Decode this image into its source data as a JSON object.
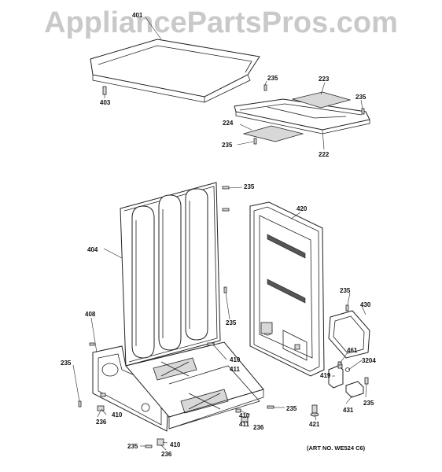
{
  "watermark": "AppliancePartsPros.com",
  "art_number": "(ART NO. WE524 C6)",
  "callouts": [
    {
      "id": "401",
      "text": "401"
    },
    {
      "id": "403",
      "text": "403"
    },
    {
      "id": "235a",
      "text": "235"
    },
    {
      "id": "223",
      "text": "223"
    },
    {
      "id": "235b",
      "text": "235"
    },
    {
      "id": "224",
      "text": "224"
    },
    {
      "id": "235c",
      "text": "235"
    },
    {
      "id": "222",
      "text": "222"
    },
    {
      "id": "235d",
      "text": "235"
    },
    {
      "id": "420",
      "text": "420"
    },
    {
      "id": "404",
      "text": "404"
    },
    {
      "id": "235e",
      "text": "235"
    },
    {
      "id": "430",
      "text": "430"
    },
    {
      "id": "408",
      "text": "408"
    },
    {
      "id": "235f",
      "text": "235"
    },
    {
      "id": "410a",
      "text": "410"
    },
    {
      "id": "411a",
      "text": "411"
    },
    {
      "id": "461",
      "text": "461"
    },
    {
      "id": "3204",
      "text": "3204"
    },
    {
      "id": "235g",
      "text": "235"
    },
    {
      "id": "419",
      "text": "419"
    },
    {
      "id": "235h",
      "text": "235"
    },
    {
      "id": "431",
      "text": "431"
    },
    {
      "id": "410b",
      "text": "410"
    },
    {
      "id": "236a",
      "text": "236"
    },
    {
      "id": "235i",
      "text": "235"
    },
    {
      "id": "410c",
      "text": "410"
    },
    {
      "id": "411b",
      "text": "411"
    },
    {
      "id": "236b",
      "text": "236"
    },
    {
      "id": "235j",
      "text": "235"
    },
    {
      "id": "421",
      "text": "421"
    },
    {
      "id": "235k",
      "text": "235"
    },
    {
      "id": "410d",
      "text": "410"
    },
    {
      "id": "236c",
      "text": "236"
    },
    {
      "id": "235l",
      "text": "235"
    }
  ]
}
